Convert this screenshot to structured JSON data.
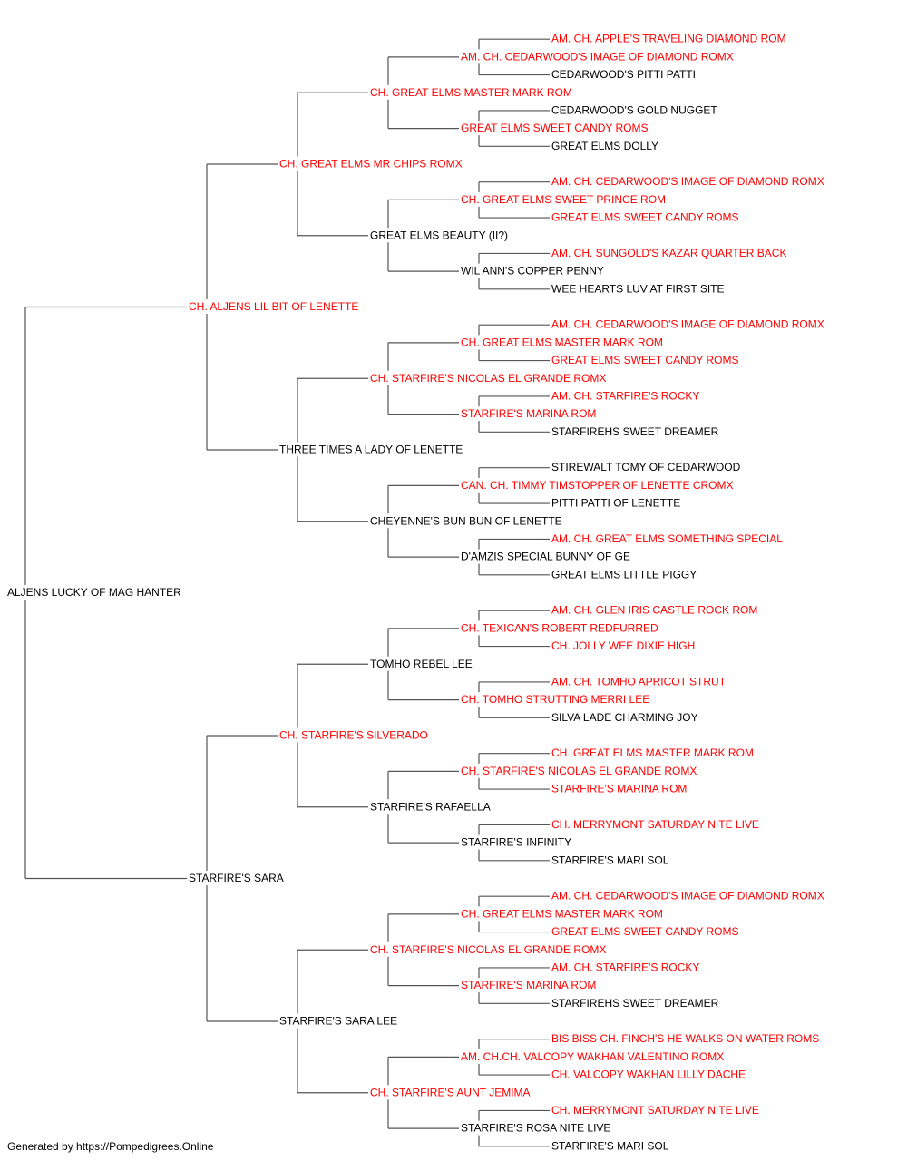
{
  "colors": {
    "champion": "#ff0000",
    "regular": "#000000",
    "line": "#555555"
  },
  "pedigree": {
    "name": "ALJENS LUCKY OF MAG HANTER",
    "ch": false,
    "sire": {
      "name": "CH. ALJENS LIL BIT OF LENETTE",
      "ch": true,
      "sire": {
        "name": "CH. GREAT ELMS MR CHIPS ROMX",
        "ch": true,
        "sire": {
          "name": "CH. GREAT ELMS MASTER MARK ROM",
          "ch": true,
          "sire": {
            "name": "AM. CH. CEDARWOOD'S IMAGE OF DIAMOND ROMX",
            "ch": true,
            "sire": {
              "name": "AM. CH. APPLE'S TRAVELING DIAMOND ROM",
              "ch": true
            },
            "dam": {
              "name": "CEDARWOOD'S PITTI PATTI",
              "ch": false
            }
          },
          "dam": {
            "name": "GREAT ELMS SWEET CANDY ROMS",
            "ch": true,
            "sire": {
              "name": "CEDARWOOD'S GOLD NUGGET",
              "ch": false
            },
            "dam": {
              "name": "GREAT ELMS DOLLY",
              "ch": false
            }
          }
        },
        "dam": {
          "name": "GREAT ELMS BEAUTY (II?)",
          "ch": false,
          "sire": {
            "name": "CH. GREAT ELMS SWEET PRINCE ROM",
            "ch": true,
            "sire": {
              "name": "AM. CH. CEDARWOOD'S IMAGE OF DIAMOND ROMX",
              "ch": true
            },
            "dam": {
              "name": "GREAT ELMS SWEET CANDY ROMS",
              "ch": true
            }
          },
          "dam": {
            "name": "WIL ANN'S COPPER PENNY",
            "ch": false,
            "sire": {
              "name": "AM. CH. SUNGOLD'S KAZAR QUARTER BACK",
              "ch": true
            },
            "dam": {
              "name": "WEE HEARTS LUV AT FIRST SITE",
              "ch": false
            }
          }
        }
      },
      "dam": {
        "name": "THREE TIMES A LADY OF LENETTE",
        "ch": false,
        "sire": {
          "name": "CH. STARFIRE'S NICOLAS EL GRANDE ROMX",
          "ch": true,
          "sire": {
            "name": "CH. GREAT ELMS MASTER MARK ROM",
            "ch": true,
            "sire": {
              "name": "AM. CH. CEDARWOOD'S IMAGE OF DIAMOND ROMX",
              "ch": true
            },
            "dam": {
              "name": "GREAT ELMS SWEET CANDY ROMS",
              "ch": true
            }
          },
          "dam": {
            "name": "STARFIRE'S MARINA ROM",
            "ch": true,
            "sire": {
              "name": "AM. CH. STARFIRE'S ROCKY",
              "ch": true
            },
            "dam": {
              "name": "STARFIREHS SWEET DREAMER",
              "ch": false
            }
          }
        },
        "dam": {
          "name": "CHEYENNE'S BUN BUN OF LENETTE",
          "ch": false,
          "sire": {
            "name": "CAN. CH. TIMMY TIMSTOPPER OF LENETTE CROMX",
            "ch": true,
            "sire": {
              "name": "STIREWALT TOMY OF CEDARWOOD",
              "ch": false
            },
            "dam": {
              "name": "PITTI PATTI OF LENETTE",
              "ch": false
            }
          },
          "dam": {
            "name": "D'AMZIS SPECIAL BUNNY OF GE",
            "ch": false,
            "sire": {
              "name": "AM. CH. GREAT ELMS SOMETHING SPECIAL",
              "ch": true
            },
            "dam": {
              "name": "GREAT ELMS LITTLE PIGGY",
              "ch": false
            }
          }
        }
      }
    },
    "dam": {
      "name": "STARFIRE'S SARA",
      "ch": false,
      "sire": {
        "name": "CH. STARFIRE'S SILVERADO",
        "ch": true,
        "sire": {
          "name": "TOMHO REBEL LEE",
          "ch": false,
          "sire": {
            "name": "CH. TEXICAN'S ROBERT REDFURRED",
            "ch": true,
            "sire": {
              "name": "AM. CH. GLEN IRIS CASTLE ROCK ROM",
              "ch": true
            },
            "dam": {
              "name": "CH. JOLLY WEE DIXIE HIGH",
              "ch": true
            }
          },
          "dam": {
            "name": "CH. TOMHO STRUTTING MERRI LEE",
            "ch": true,
            "sire": {
              "name": "AM. CH. TOMHO APRICOT STRUT",
              "ch": true
            },
            "dam": {
              "name": "SILVA LADE CHARMING JOY",
              "ch": false
            }
          }
        },
        "dam": {
          "name": "STARFIRE'S RAFAELLA",
          "ch": false,
          "sire": {
            "name": "CH. STARFIRE'S NICOLAS EL GRANDE ROMX",
            "ch": true,
            "sire": {
              "name": "CH. GREAT ELMS MASTER MARK ROM",
              "ch": true
            },
            "dam": {
              "name": "STARFIRE'S MARINA ROM",
              "ch": true
            }
          },
          "dam": {
            "name": "STARFIRE'S INFINITY",
            "ch": false,
            "sire": {
              "name": "CH. MERRYMONT SATURDAY NITE LIVE",
              "ch": true
            },
            "dam": {
              "name": "STARFIRE'S MARI SOL",
              "ch": false
            }
          }
        }
      },
      "dam": {
        "name": "STARFIRE'S SARA LEE",
        "ch": false,
        "sire": {
          "name": "CH. STARFIRE'S NICOLAS EL GRANDE ROMX",
          "ch": true,
          "sire": {
            "name": "CH. GREAT ELMS MASTER MARK ROM",
            "ch": true,
            "sire": {
              "name": "AM. CH. CEDARWOOD'S IMAGE OF DIAMOND ROMX",
              "ch": true
            },
            "dam": {
              "name": "GREAT ELMS SWEET CANDY ROMS",
              "ch": true
            }
          },
          "dam": {
            "name": "STARFIRE'S MARINA ROM",
            "ch": true,
            "sire": {
              "name": "AM. CH. STARFIRE'S ROCKY",
              "ch": true
            },
            "dam": {
              "name": "STARFIREHS SWEET DREAMER",
              "ch": false
            }
          }
        },
        "dam": {
          "name": "CH. STARFIRE'S AUNT JEMIMA",
          "ch": true,
          "sire": {
            "name": "AM. CH.CH. VALCOPY WAKHAN VALENTINO ROMX",
            "ch": true,
            "sire": {
              "name": "BIS BISS CH. FINCH'S HE WALKS ON WATER ROMS",
              "ch": true
            },
            "dam": {
              "name": "CH. VALCOPY WAKHAN LILLY DACHE",
              "ch": true
            }
          },
          "dam": {
            "name": "STARFIRE'S ROSA NITE LIVE",
            "ch": false,
            "sire": {
              "name": "CH. MERRYMONT SATURDAY NITE LIVE",
              "ch": true
            },
            "dam": {
              "name": "STARFIRE'S MARI SOL",
              "ch": false
            }
          }
        }
      }
    }
  },
  "footer": {
    "text": "Generated by https://Pompedigrees.Online"
  }
}
